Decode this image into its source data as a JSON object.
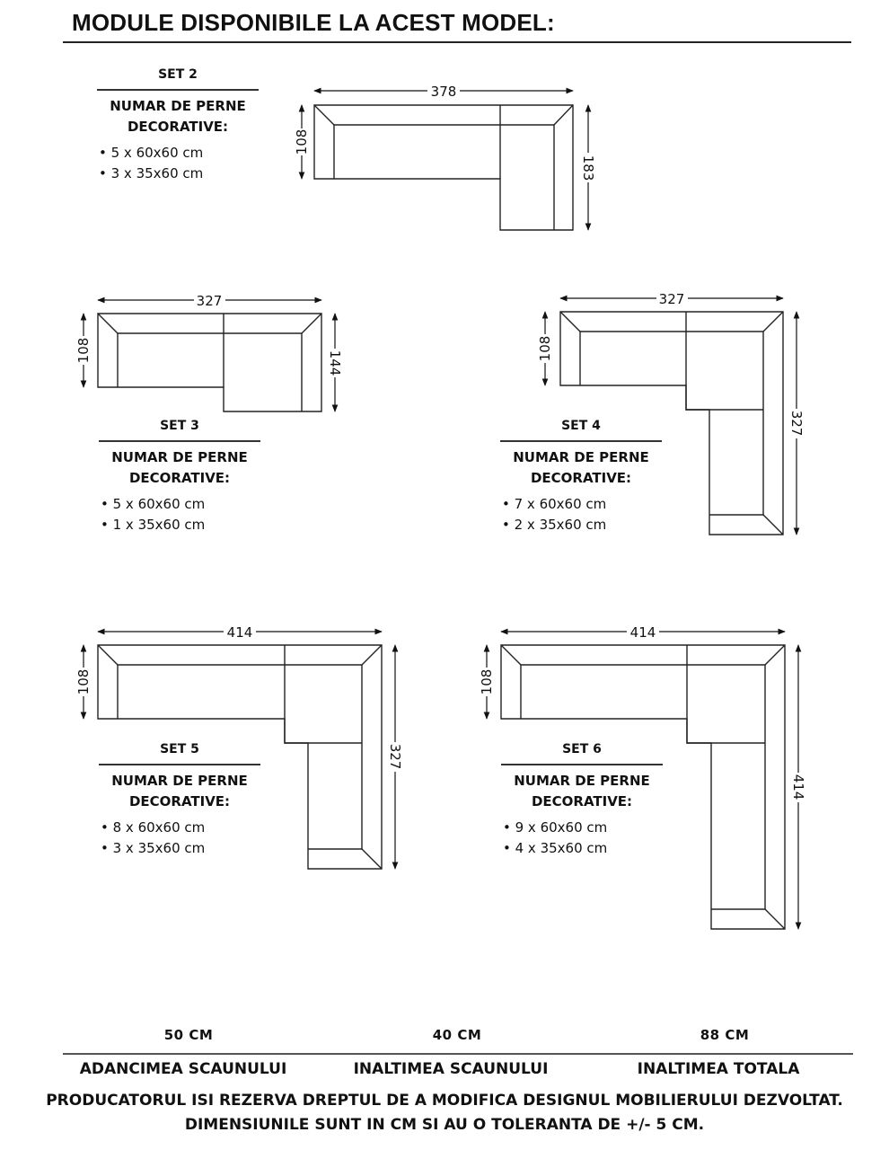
{
  "header": {
    "title": "MODULE DISPONIBILE LA ACEST MODEL:"
  },
  "sets": [
    {
      "label": "SET 2",
      "cushion_heading": [
        "NUMAR DE PERNE",
        "DECORATIVE:"
      ],
      "items": [
        "5 x 60x60 cm",
        "3 x 35x60 cm"
      ],
      "dims": {
        "width": "378",
        "depth": "108",
        "side": "183"
      }
    },
    {
      "label": "SET 3",
      "cushion_heading": [
        "NUMAR DE PERNE",
        "DECORATIVE:"
      ],
      "items": [
        "5 x 60x60 cm",
        "1 x 35x60 cm"
      ],
      "dims": {
        "width": "327",
        "depth": "108",
        "side": "144"
      }
    },
    {
      "label": "SET 4",
      "cushion_heading": [
        "NUMAR DE PERNE",
        "DECORATIVE:"
      ],
      "items": [
        "7 x 60x60 cm",
        "2 x 35x60 cm"
      ],
      "dims": {
        "width": "327",
        "depth": "108",
        "side": "327"
      }
    },
    {
      "label": "SET 5",
      "cushion_heading": [
        "NUMAR DE PERNE",
        "DECORATIVE:"
      ],
      "items": [
        "8 x 60x60 cm",
        "3 x 35x60 cm"
      ],
      "dims": {
        "width": "414",
        "depth": "108",
        "side": "327"
      }
    },
    {
      "label": "SET 6",
      "cushion_heading": [
        "NUMAR DE PERNE",
        "DECORATIVE:"
      ],
      "items": [
        "9 x 60x60 cm",
        "4 x 35x60 cm"
      ],
      "dims": {
        "width": "414",
        "depth": "108",
        "side": "414"
      }
    }
  ],
  "specs": [
    {
      "value": "50 CM",
      "label": "ADANCIMEA SCAUNULUI"
    },
    {
      "value": "40 CM",
      "label": "INALTIMEA SCAUNULUI"
    },
    {
      "value": "88 CM",
      "label": "INALTIMEA TOTALA"
    }
  ],
  "footer": {
    "line1": "PRODUCATORUL ISI REZERVA DREPTUL DE A MODIFICA DESIGNUL MOBILIERULUI DEZVOLTAT.",
    "line2": "DIMENSIUNILE SUNT IN CM SI AU O TOLERANTA DE +/- 5 CM."
  }
}
